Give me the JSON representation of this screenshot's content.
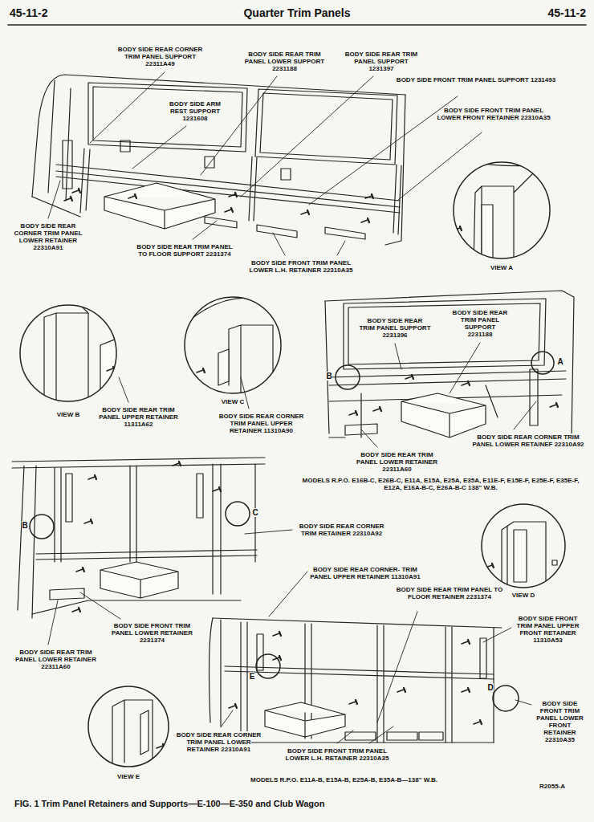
{
  "diagram": {
    "title": "Quarter Trim Panels",
    "caption": "FIG. 1 Trim Panel Retainers and Supports—E-100—E-350 and Club Wagon",
    "labels": [
      "45-11-2",
      "45-11-2",
      "BODY SIDE REAR CORNER TRIM PANEL SUPPORT 22311A49",
      "BODY SIDE REAR TRIM PANEL LOWER SUPPORT 2231188",
      "BODY SIDE REAR TRIM PANEL SUPPORT 1231397",
      "BODY SIDE FRONT TRIM PANEL SUPPORT 1231493",
      "BODY SIDE ARM REST SUPPORT 1231608",
      "BODY SIDE FRONT TRIM PANEL LOWER FRONT RETAINER 22310A35",
      "BODY SIDE REAR CORNER TRIM PANEL LOWER RETAINER 22310A91",
      "BODY SIDE REAR TRIM PANEL TO FLOOR SUPPORT 2231374",
      "BODY SIDE FRONT TRIM PANEL LOWER L.H. RETAINER 22310A35",
      "VIEW A",
      "VIEW B",
      "VIEW C",
      "BODY SIDE REAR TRIM PANEL SUPPORT 2231396",
      "BODY SIDE REAR TRIM PANEL SUPPORT 2231188",
      "B",
      "A",
      "BODY SIDE REAR TRIM PANEL UPPER RETAINER 11311A62",
      "BODY SIDE REAR CORNER TRIM PANEL UPPER RETAINER 11310A90",
      "BODY SIDE REAR CORNER TRIM PANEL LOWER RETAINEF 22310A92",
      "BODY SIDE REAR TRIM PANEL LOWER RETAINER 22311A60",
      "MODELS R.P.O. E16B-C, E26B-C, E11A, E15A, E25A, E35A, E11E-F, E15E-F, E25E-F, E35E-F, E12A, E16A-B-C, E26A-B-C 138\" W.B.",
      "B",
      "C",
      "BODY SIDE REAR CORNER TRIM RETAINER 22310A92",
      "VIEW D",
      "BODY SIDE REAR CORNER- TRIM PANEL UPPER RETAINER 11310A91",
      "BODY SIDE REAR TRIM PANEL TO FLOOR RETAINER 2231374",
      "BODY SIDE FRONT TRIM PANEL UPPER FRONT RETAINER 11310A53",
      "BODY SIDE FRONT TRIM PANEL LOWER RETAINER 2231374",
      "BODY SIDE REAR TRIM PANEL LOWER RETAINER 22311A60",
      "E",
      "D",
      "BODY SIDE FRONT TRIM PANEL LOWER FRONT RETAINER 22310A35",
      "BODY SIDE REAR CORNER TRIM PANEL LOWER RETAINER 22310A91",
      "BODY SIDE FRONT TRIM PANEL LOWER L.H. RETAINER 22310A35",
      "VIEW E",
      "MODELS R.P.O. E11A-B, E15A-B, E25A-B, E35A-B—138\" W.B.",
      "R2055-A"
    ]
  }
}
